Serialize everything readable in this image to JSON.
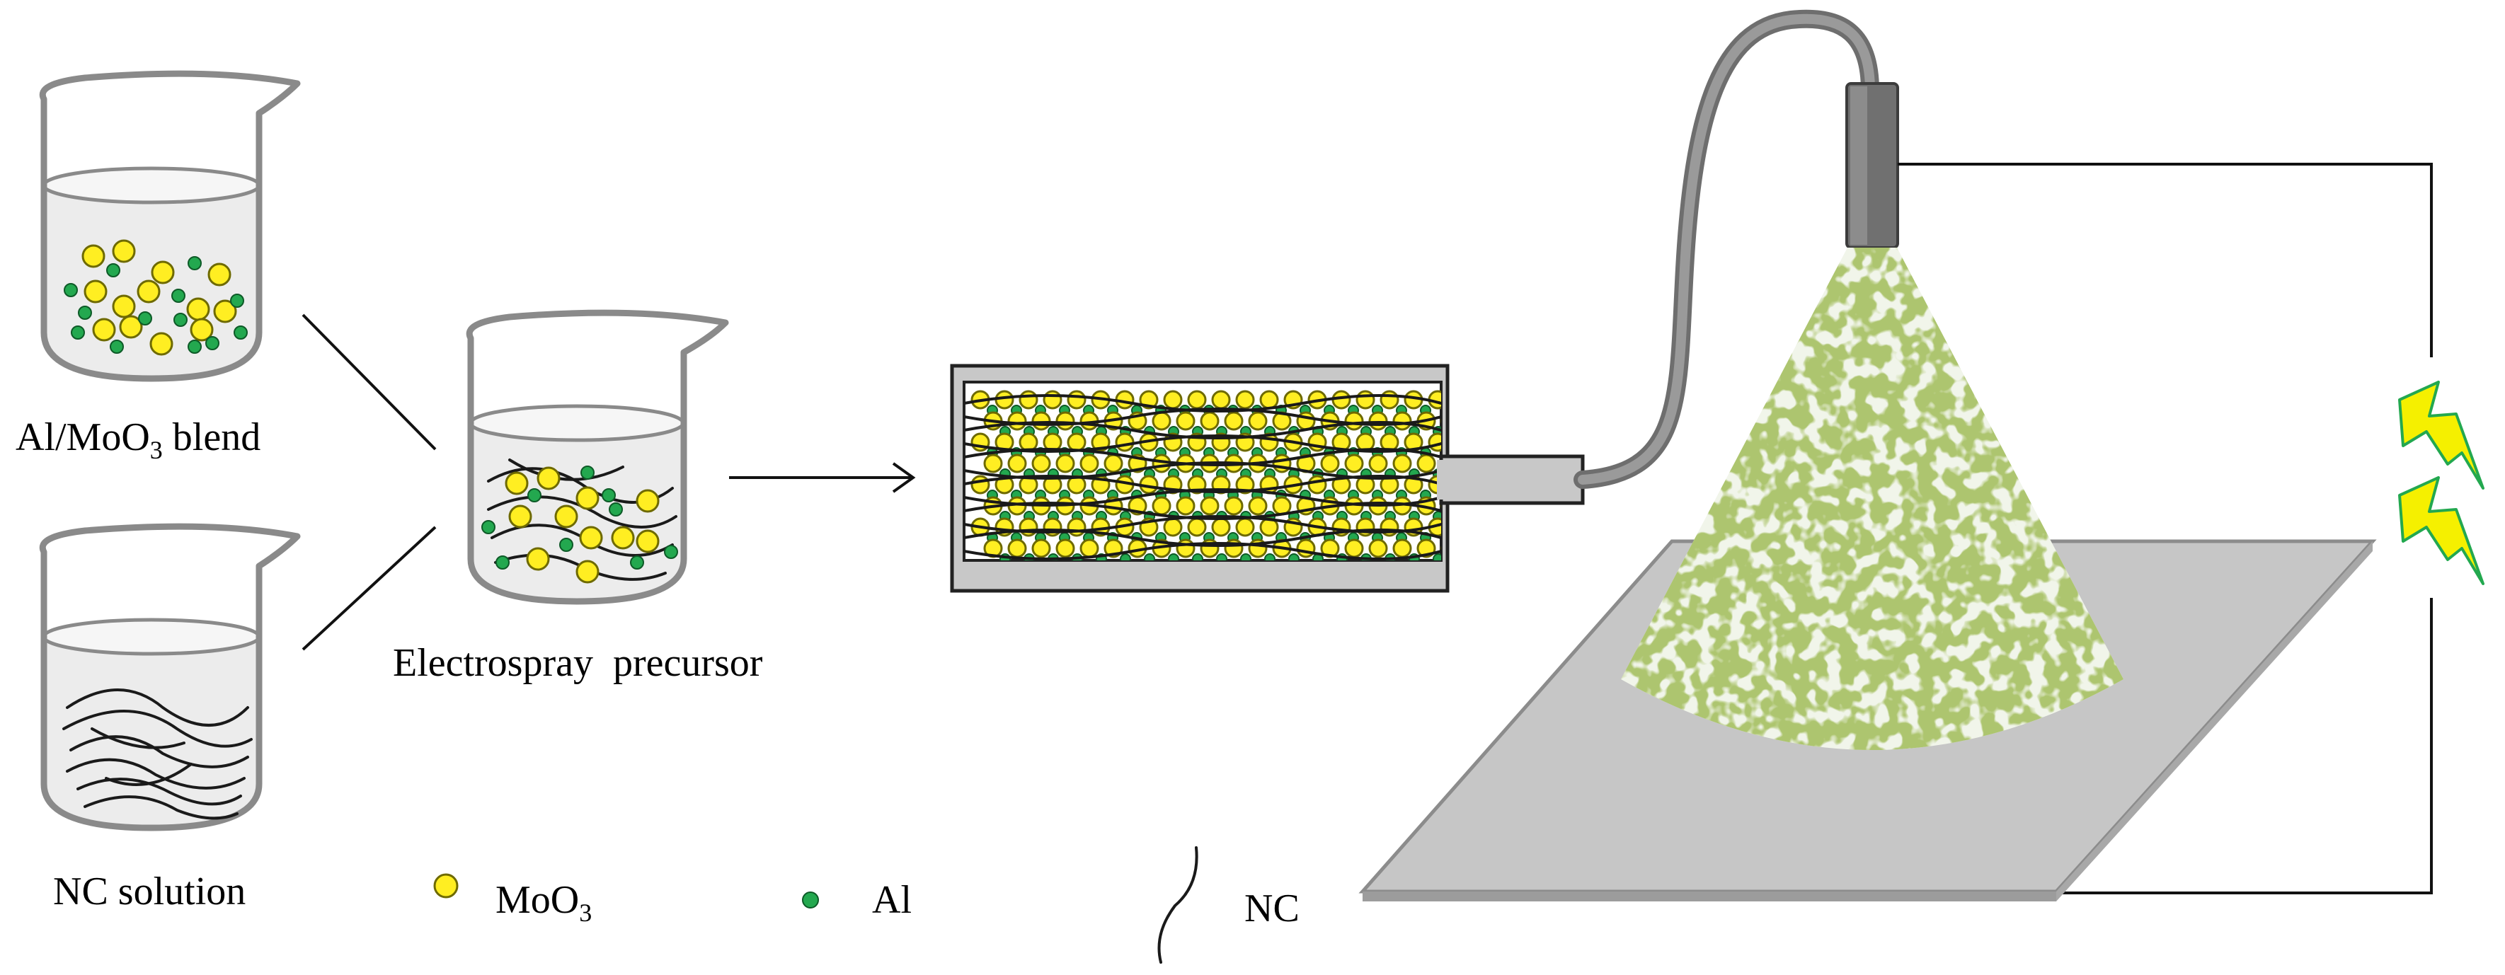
{
  "labels": {
    "blend": "Al/MoO",
    "blend_sub": "3",
    "blend_suffix": " blend",
    "nc_solution": "NC solution",
    "precursor": "Electrospray  precursor"
  },
  "legend": {
    "moo3": "MoO",
    "moo3_sub": "3",
    "al": "Al",
    "nc": "NC"
  },
  "colors": {
    "moo3_fill": "#ffee22",
    "al_fill": "#23a84f",
    "spray_green": "#6f8f2a",
    "substrate_gray": "#c8c8c8",
    "lightning": "#f5f000"
  },
  "icons": [
    "beaker-icon",
    "syringe-icon",
    "nozzle-icon",
    "lightning-icon",
    "substrate-plate"
  ]
}
